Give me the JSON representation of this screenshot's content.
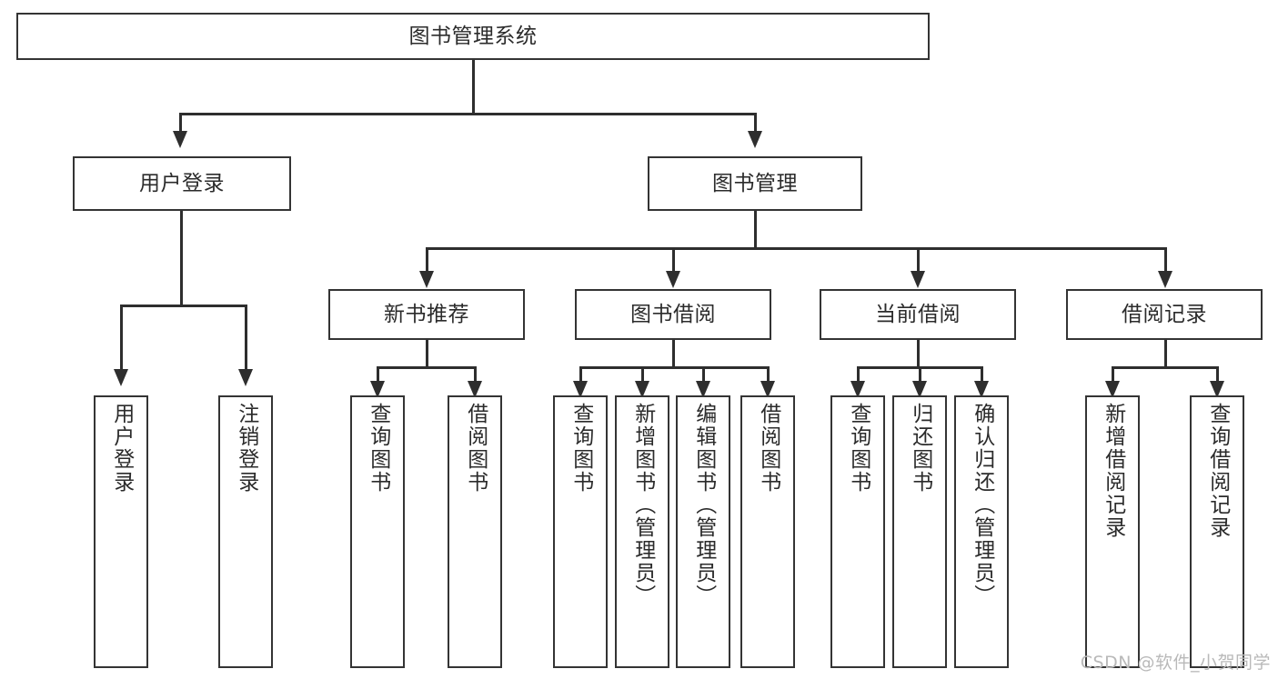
{
  "diagram": {
    "type": "hierarchy-tree",
    "title": "图书管理系统",
    "root": {
      "label": "图书管理系统"
    },
    "level2": [
      {
        "label": "用户登录"
      },
      {
        "label": "图书管理"
      }
    ],
    "level3": [
      {
        "label": "新书推荐"
      },
      {
        "label": "图书借阅"
      },
      {
        "label": "当前借阅"
      },
      {
        "label": "借阅记录"
      }
    ],
    "leaves": {
      "user_login": [
        {
          "label": "用户登录"
        },
        {
          "label": "注销登录"
        }
      ],
      "new_book_recommend": [
        {
          "label": "查询图书"
        },
        {
          "label": "借阅图书"
        }
      ],
      "book_borrow": [
        {
          "label": "查询图书"
        },
        {
          "label": "新增图书（管理员）"
        },
        {
          "label": "编辑图书（管理员）"
        },
        {
          "label": "借阅图书"
        }
      ],
      "current_borrow": [
        {
          "label": "查询图书"
        },
        {
          "label": "归还图书"
        },
        {
          "label": "确认归还（管理员）"
        }
      ],
      "borrow_record": [
        {
          "label": "新增借阅记录"
        },
        {
          "label": "查询借阅记录"
        }
      ]
    }
  },
  "watermark": {
    "text": "CSDN @软件_小贺同学"
  },
  "colors": {
    "border": "#343434",
    "connector": "#2e2e2e",
    "text": "#2b2b2b",
    "background": "#ffffff",
    "watermark": "#b9b9b9"
  }
}
